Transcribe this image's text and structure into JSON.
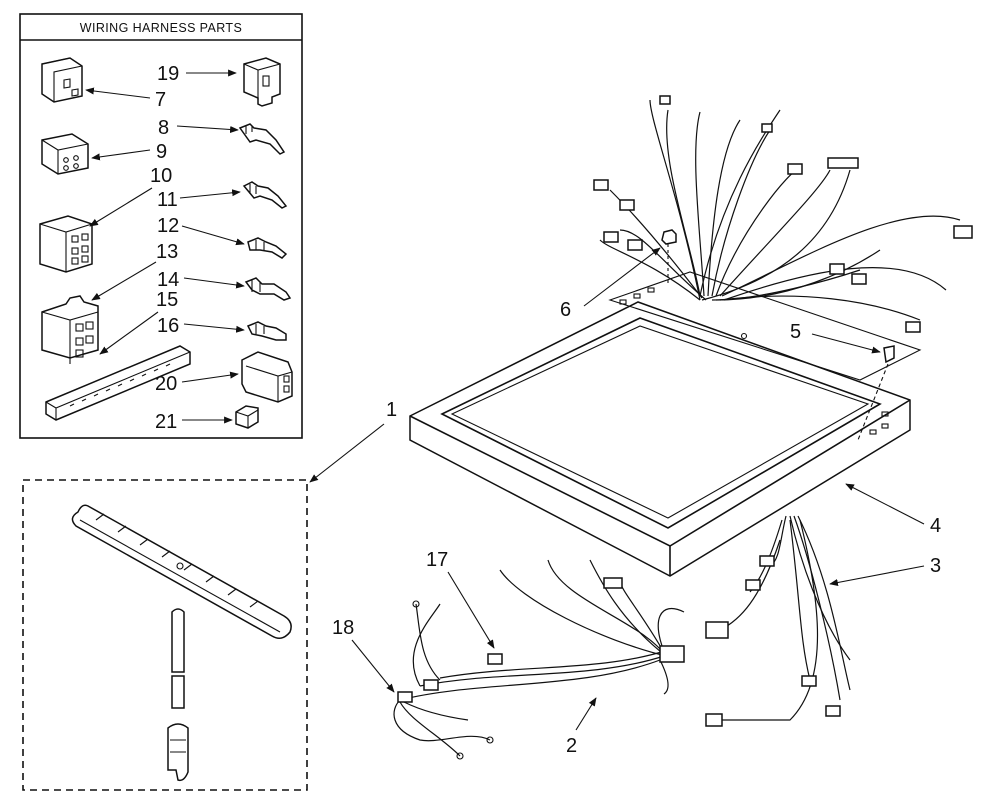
{
  "panel_title": "WIRING HARNESS PARTS",
  "panel_callouts": {
    "p19": "19",
    "p7": "7",
    "p8": "8",
    "p9": "9",
    "p10": "10",
    "p11": "11",
    "p12": "12",
    "p13": "13",
    "p14": "14",
    "p15": "15",
    "p16": "16",
    "p20": "20",
    "p21": "21"
  },
  "main_callouts": {
    "p1": "1",
    "p2": "2",
    "p3": "3",
    "p4": "4",
    "p5": "5",
    "p6": "6",
    "p17": "17",
    "p18": "18"
  }
}
